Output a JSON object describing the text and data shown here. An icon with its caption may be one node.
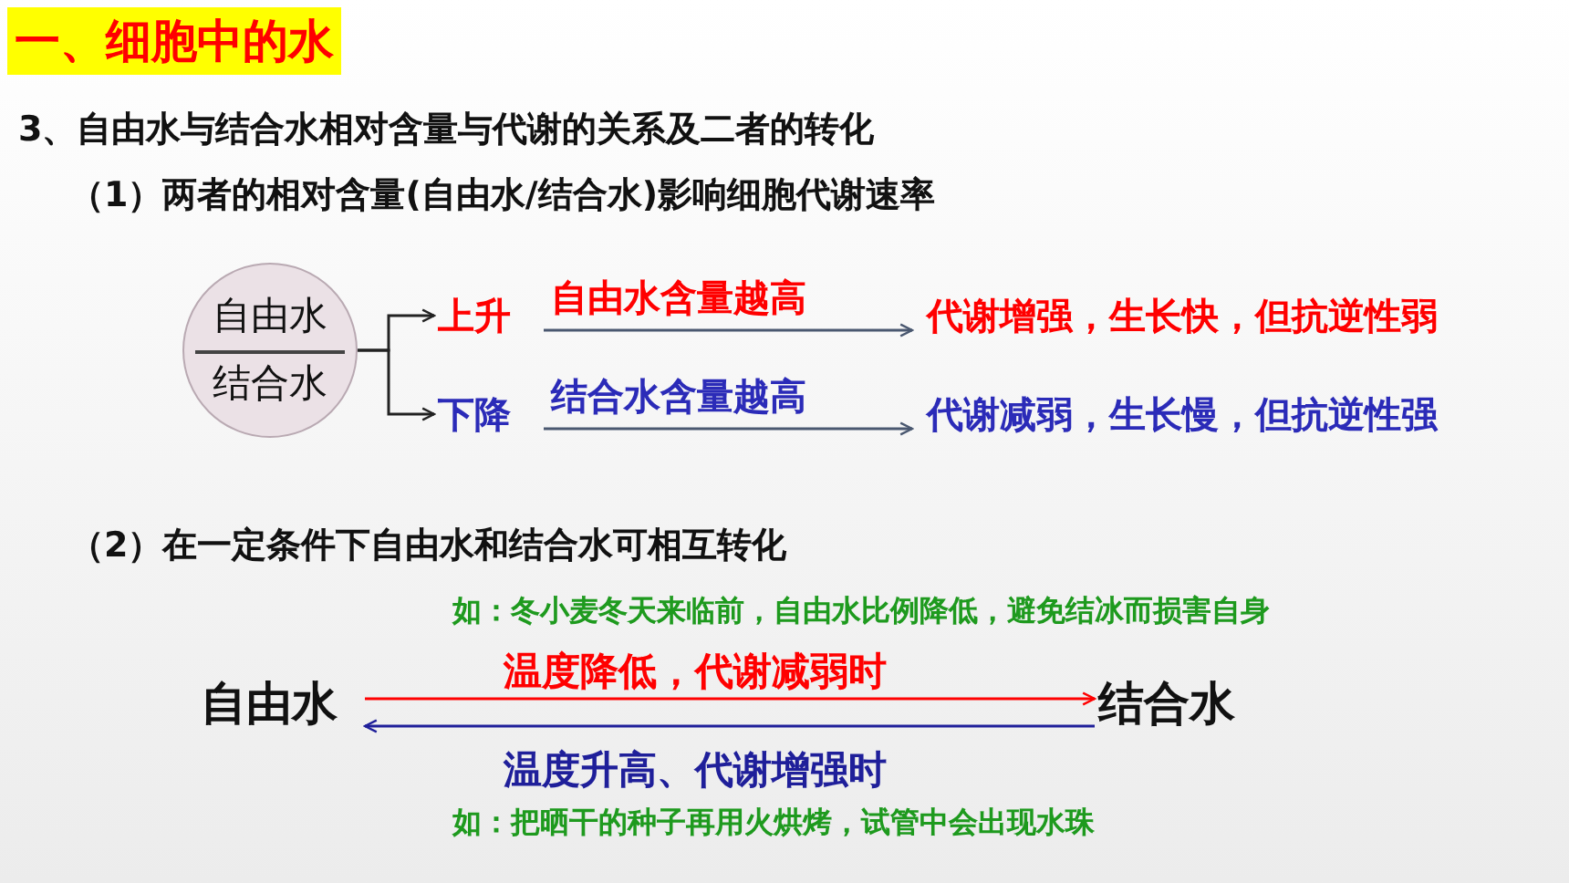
{
  "diagram": {
    "title": "一、细胞中的水",
    "nodes": [
      {
        "text": [
          "自由水",
          "结合水"
        ]
      },
      {
        "text": [
          "上升"
        ]
      },
      {
        "text": [
          "下降"
        ]
      },
      {
        "text": [
          "代谢增强，生长快，但抗逆性弱"
        ]
      },
      {
        "text": [
          "代谢减弱，生长慢，但抗逆性强"
        ]
      },
      {
        "text": [
          "自由水"
        ]
      },
      {
        "text": [
          "结合水"
        ]
      }
    ],
    "edges": [
      {
        "from": 0,
        "to": 1,
        "arrow": "to"
      },
      {
        "from": 0,
        "to": 2,
        "arrow": "to"
      },
      {
        "from": 1,
        "to": 3,
        "arrow": "to",
        "label": "自由水含量越高"
      },
      {
        "from": 2,
        "to": 4,
        "arrow": "to",
        "label": "结合水含量越高"
      },
      {
        "from": 5,
        "to": 6,
        "arrow": "to",
        "label": "温度降低，代谢减弱时",
        "color": "#ff0000"
      },
      {
        "from": 6,
        "to": 5,
        "arrow": "to",
        "label": "温度升高、代谢增强时",
        "color": "#1f1f9a"
      }
    ],
    "labels": [
      "3、自由水与结合水相对含量与代谢的关系及二者的转化",
      "（1）两者的相对含量(自由水/结合水)影响细胞代谢速率",
      "（2）在一定条件下自由水和结合水可相互转化",
      "如：冬小麦冬天来临前，自由水比例降低，避免结冰而损害自身",
      "如：把晒干的种子再用火烘烤，试管中会出现水珠"
    ]
  }
}
